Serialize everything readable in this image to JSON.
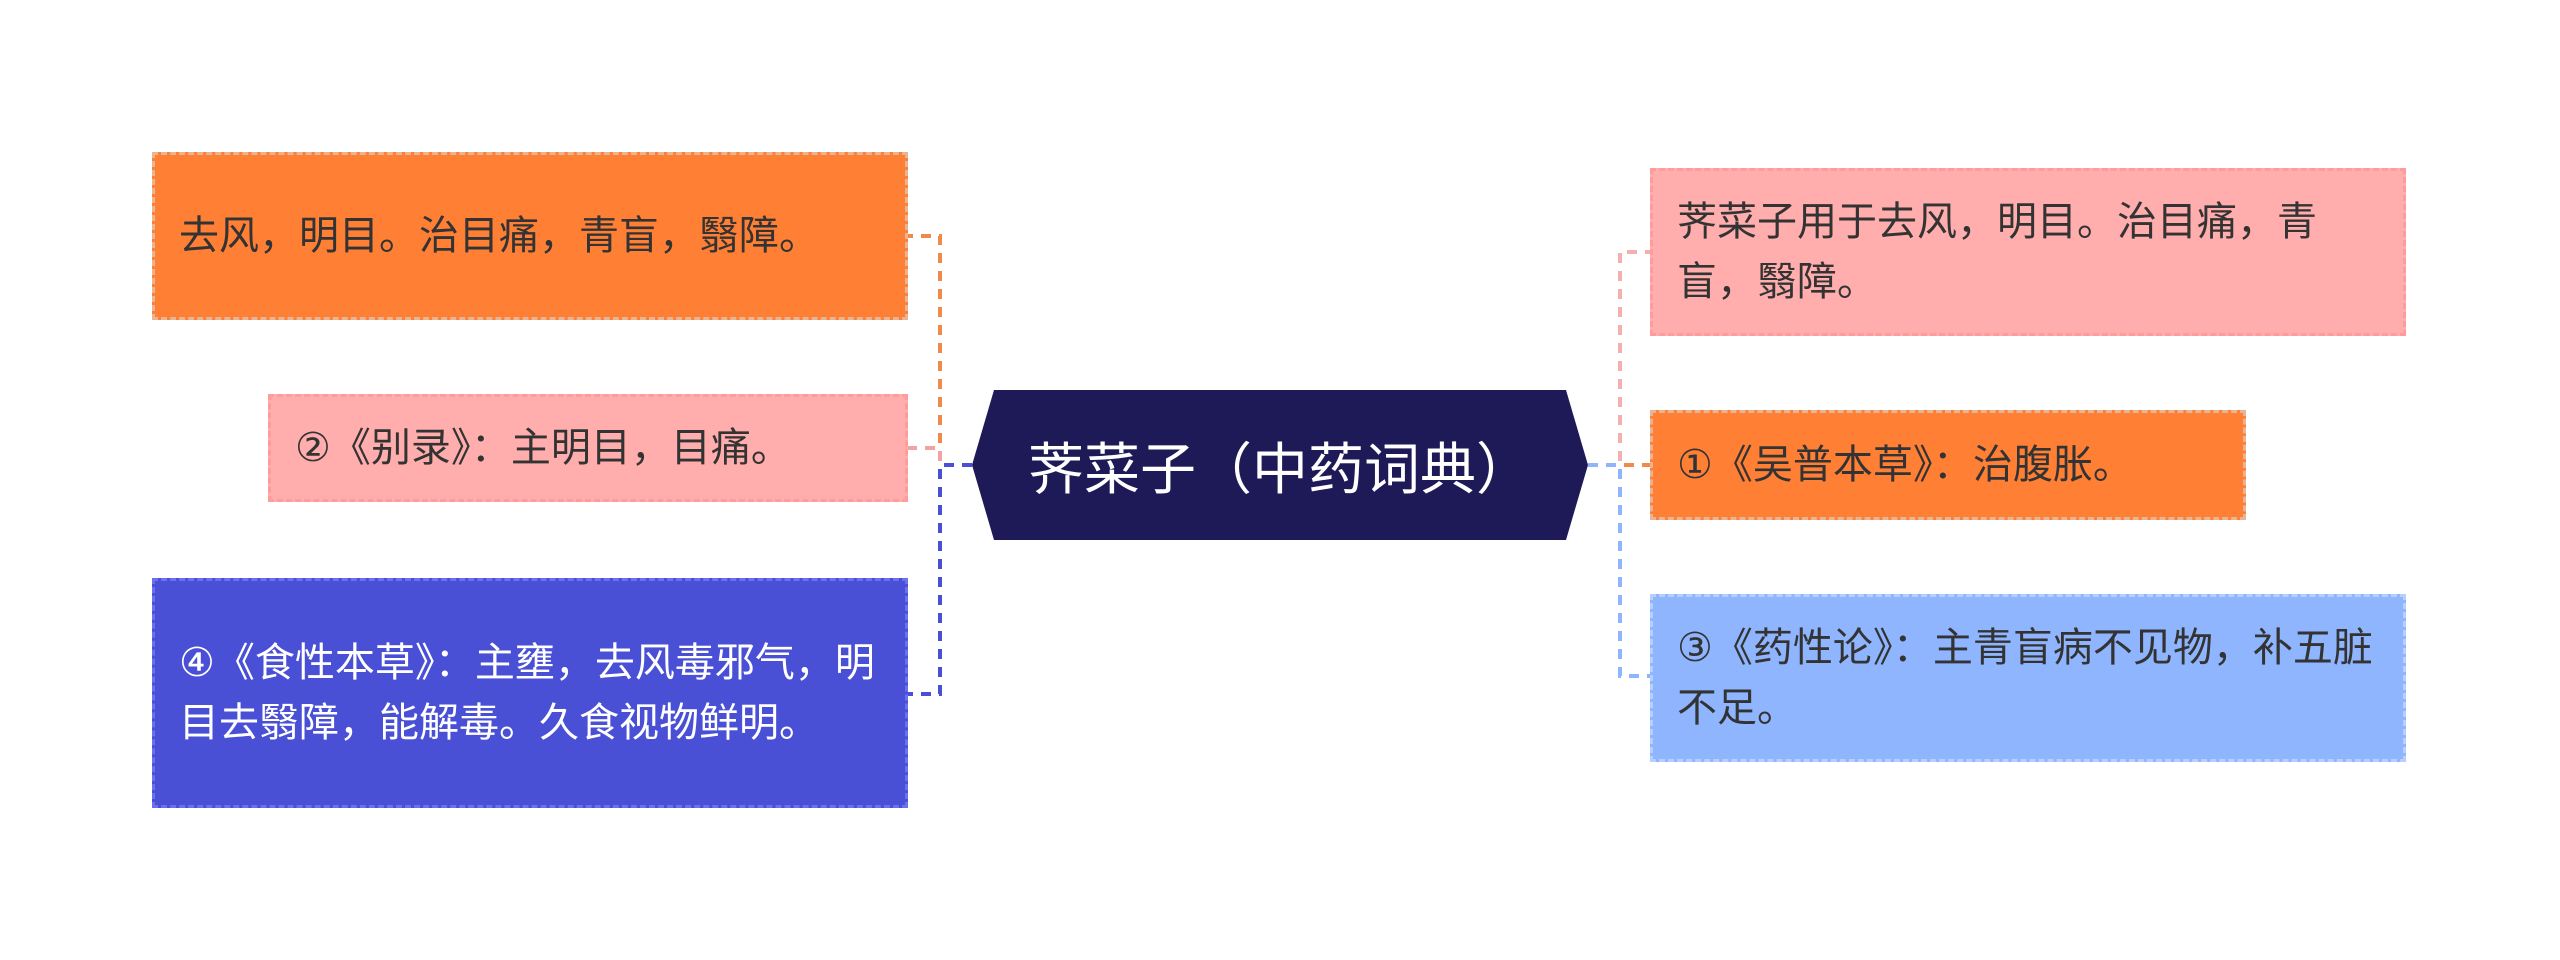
{
  "center": {
    "label": "荠菜子（中药词典）"
  },
  "left_nodes": [
    {
      "text": "去风，明目。治目痛，青盲，翳障。"
    },
    {
      "text": "②《别录》：主明目，目痛。"
    },
    {
      "text": "④《食性本草》：主壅，去风毒邪气，明目去翳障，能解毒。久食视物鲜明。"
    }
  ],
  "right_nodes": [
    {
      "text": "荠菜子用于去风，明目。治目痛，青盲，翳障。"
    },
    {
      "text": "①《吴普本草》：治腹胀。"
    },
    {
      "text": "③《药性论》：主青盲病不见物，补五脏不足。"
    }
  ],
  "colors": {
    "center_fill": "#1e1a57",
    "orange": "#ff7f35",
    "pink": "#ffadad",
    "blue": "#4a50d6",
    "light_blue": "#8fb5ff"
  }
}
